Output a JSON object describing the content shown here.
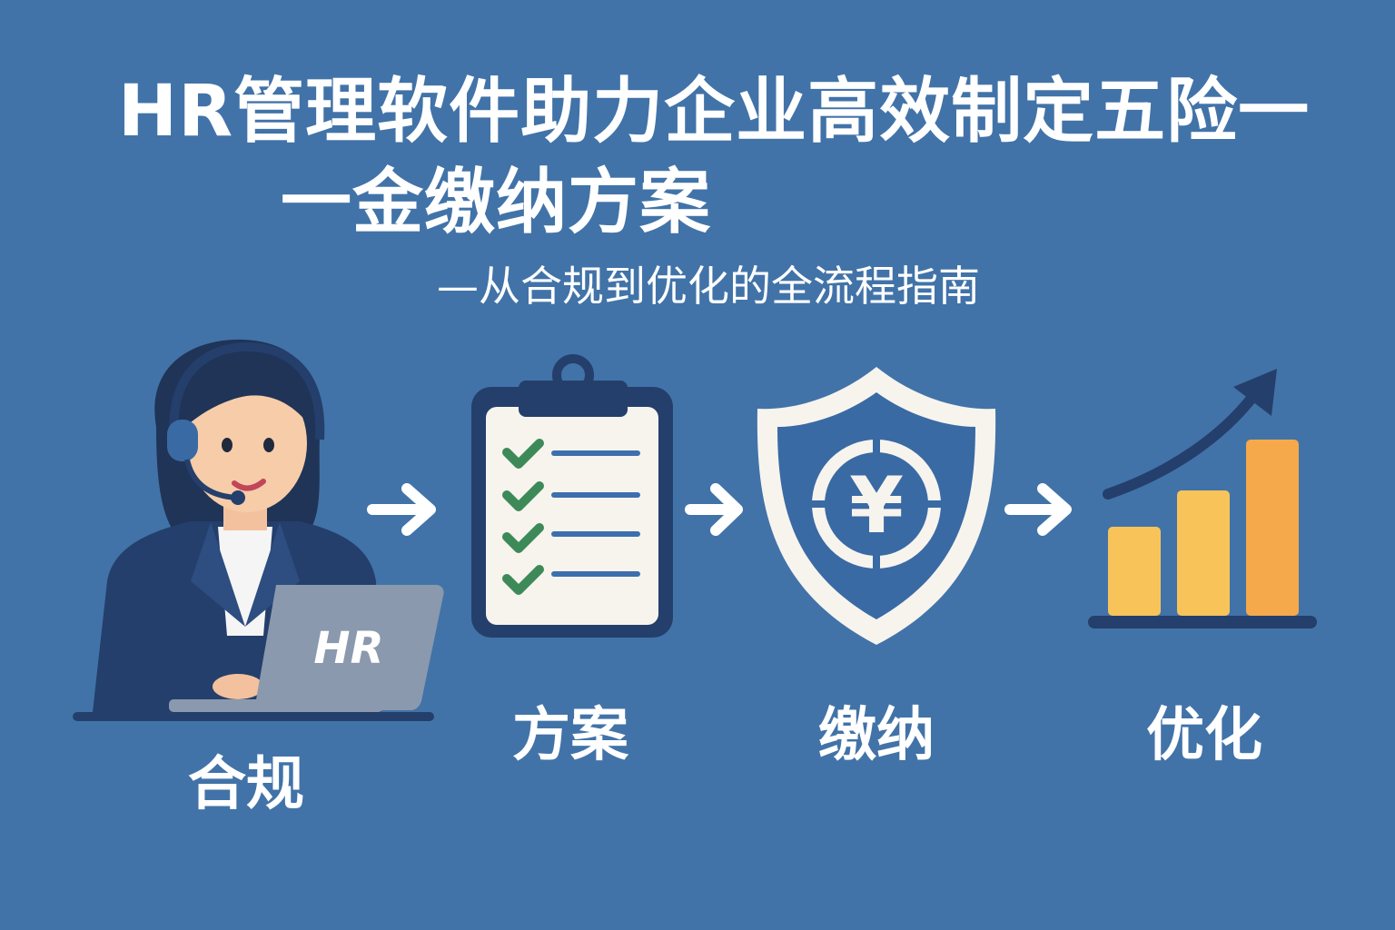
{
  "title_line1": "HR管理软件助力企业高效制定五险一",
  "title_line2": "一金缴纳方案",
  "subtitle": "—从合规到优化的全流程指南",
  "steps": [
    {
      "label": "合规",
      "icon": "hr-agent-laptop-icon"
    },
    {
      "label": "方案",
      "icon": "clipboard-checklist-icon"
    },
    {
      "label": "缴纳",
      "icon": "shield-yen-icon"
    },
    {
      "label": "优化",
      "icon": "growth-bar-chart-icon"
    }
  ],
  "laptop_text": "HR",
  "currency_symbol": "¥",
  "colors": {
    "background": "#4173a8",
    "navy": "#243f6b",
    "check_green": "#3d8a58",
    "bar_yellow": "#f8c45a",
    "bar_orange": "#f6a94a"
  }
}
